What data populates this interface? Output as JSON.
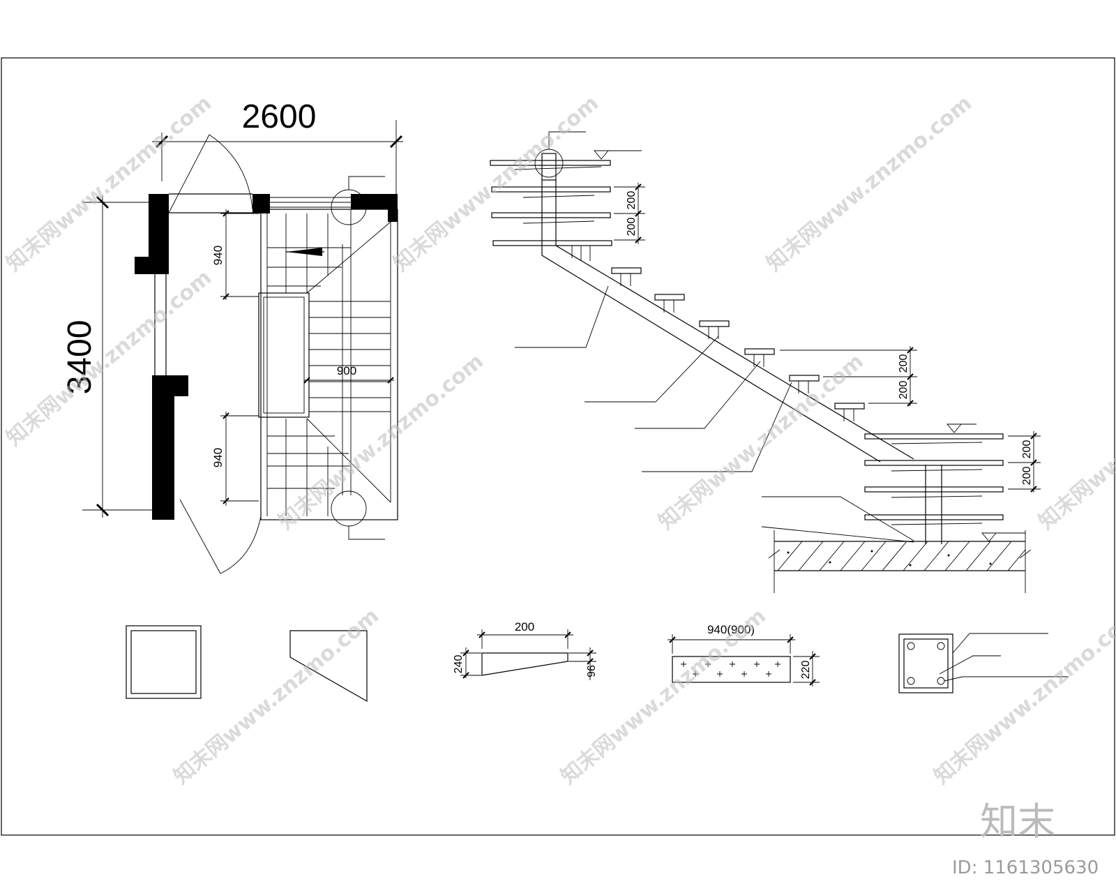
{
  "plan": {
    "width_dim": "2600",
    "height_dim": "3400",
    "upper_run_dim": "940",
    "lower_run_dim": "940",
    "landing_dim": "900"
  },
  "section": {
    "upper_rise_1": "200",
    "upper_rise_2": "200",
    "mid_rise_1": "200",
    "mid_rise_2": "200",
    "lower_rise_1": "200",
    "lower_rise_2": "200"
  },
  "details": {
    "tread_length": "200",
    "tread_height_left": "240",
    "tread_height_right": "96",
    "board_length": "940(900)",
    "board_thickness": "220"
  },
  "watermark": {
    "text": "知末网www.znzmo.com",
    "brand": "知末",
    "id": "ID: 1161305630"
  }
}
